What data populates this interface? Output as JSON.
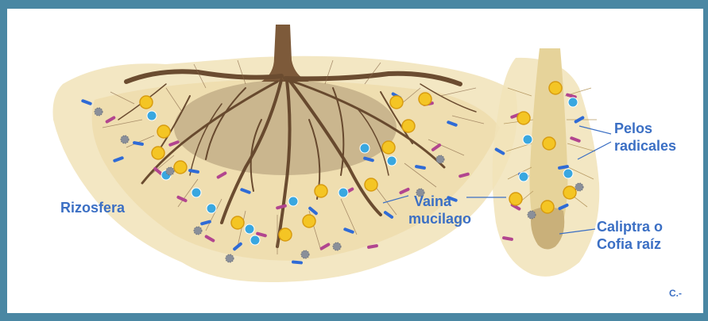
{
  "labels": {
    "rizosfera": "Rizosfera",
    "vaina_line1": "Vaina",
    "vaina_line2": "mucilago",
    "pelos_line1": "Pelos",
    "pelos_line2": "radicales",
    "caliptra_line1": "Caliptra o",
    "caliptra_line2": "Cofia raíz",
    "credit": "C.-"
  },
  "colors": {
    "frame": "#4a87a3",
    "label_text": "#3b6fc4",
    "soil": "#f1e3b8",
    "root_brown": "#6b4c30",
    "bacteria_blue": "#2f6bd6",
    "bacteria_magenta": "#b2458f",
    "phosphate_coin": "#f4c524",
    "p_symbol": "#39a7e0"
  },
  "icons": {
    "coin": "phosphate-coin-icon",
    "p_badge": "phosphorus-p-icon",
    "spore": "microbe-spore-icon",
    "rod": "bacteria-rod-icon"
  }
}
